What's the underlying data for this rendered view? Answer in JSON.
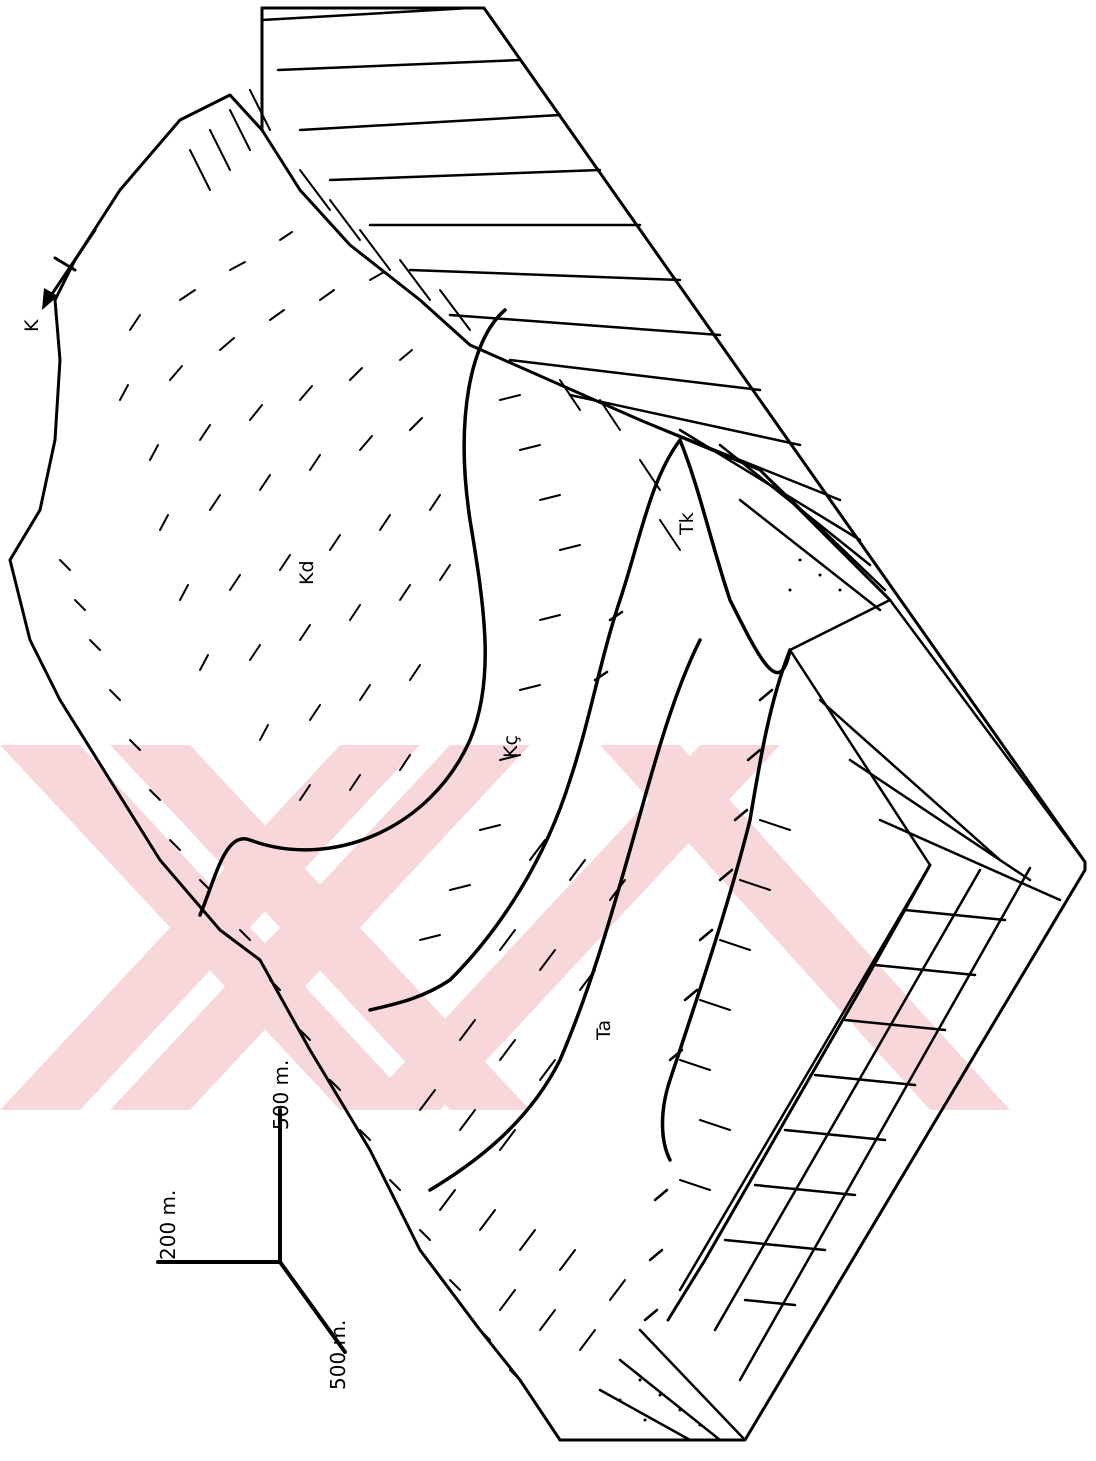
{
  "labels": {
    "north": "K",
    "kd": "Kd",
    "kc": "Kç",
    "tk": "Tk",
    "ta": "Ta"
  },
  "scale_bar": {
    "vertical": "200 m.",
    "horizontal_a": "500 m.",
    "horizontal_b": "500 m."
  },
  "colors": {
    "ink": "#000000",
    "watermark": "#f6c9cd",
    "background": "#ffffff"
  }
}
